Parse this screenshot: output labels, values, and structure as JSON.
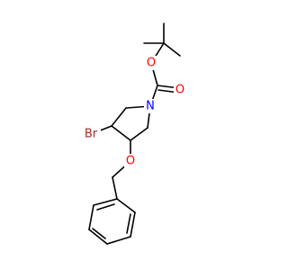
{
  "molecule": {
    "labels": {
      "nitrogen": "N",
      "carbonyl_oxygen": "O",
      "ester_oxygen": "O",
      "ether_oxygen": "O",
      "bromine": "Br"
    },
    "colors": {
      "bond": "#000000",
      "nitrogen": "#0000ff",
      "oxygen": "#ff0000",
      "bromine": "#a52a2a"
    }
  }
}
